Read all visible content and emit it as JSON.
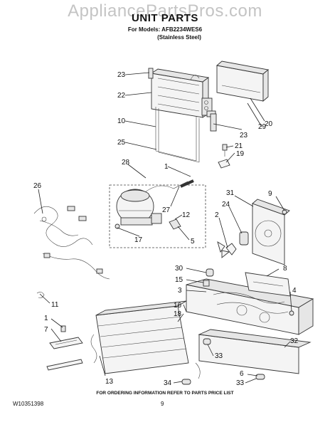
{
  "watermark": "AppliancePartsPros.com",
  "header": {
    "title": "UNIT PARTS",
    "models": "For Models: AFB2234WES6",
    "variant": "(Stainless Steel)"
  },
  "footer": {
    "note": "FOR ORDERING INFORMATION REFER TO PARTS PRICE LIST",
    "doc_number": "W10351398",
    "page_number": "9"
  },
  "callouts": [
    "23",
    "22",
    "10",
    "25",
    "28",
    "1",
    "26",
    "21",
    "19",
    "29",
    "20",
    "23",
    "31",
    "9",
    "27",
    "12",
    "2",
    "24",
    "17",
    "5",
    "30",
    "15",
    "8",
    "3",
    "4",
    "11",
    "16",
    "18",
    "1",
    "7",
    "13",
    "32",
    "33",
    "34",
    "6",
    "33"
  ]
}
